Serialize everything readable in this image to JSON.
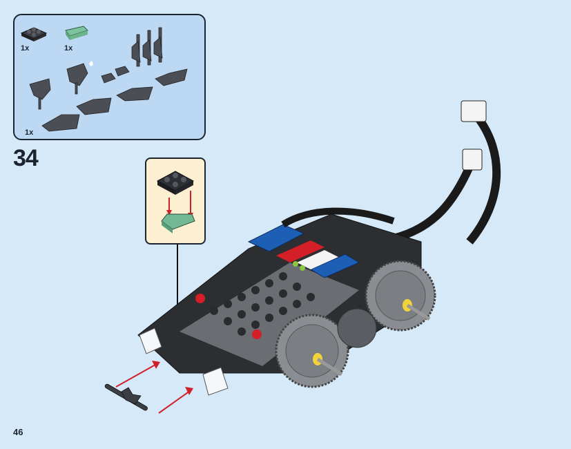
{
  "page": {
    "page_number": "46",
    "background_color": "#d6e9f8"
  },
  "parts_list": {
    "background_color": "#bcd8f2",
    "items": [
      {
        "name": "black 2x2 plate with clip",
        "quantity": "1x"
      },
      {
        "name": "sand green 1x2 clip holder",
        "quantity": "1x"
      },
      {
        "name": "black bat wing elements (set)",
        "quantity": "1x"
      }
    ]
  },
  "step": {
    "number": "34",
    "callout": {
      "background_color": "#fdf0d2",
      "description": "attach black 2x2 plate onto sand green clip piece"
    },
    "model": "black vehicle chassis with gears, wheels and cables",
    "arrow_color": "#d0202a"
  }
}
